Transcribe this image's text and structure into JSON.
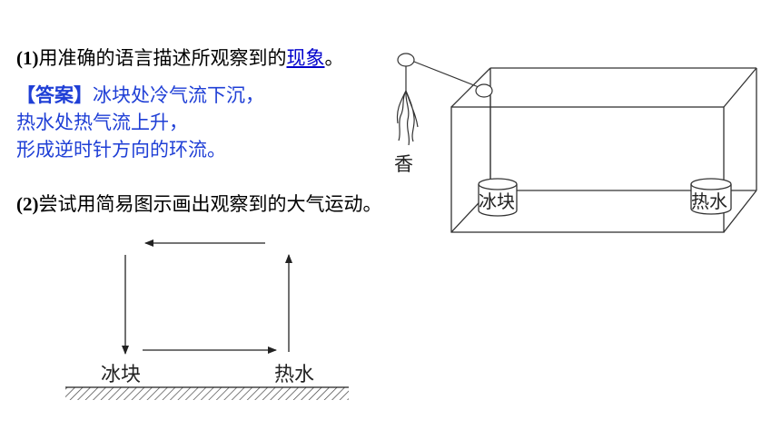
{
  "question1": {
    "number": "(1)",
    "text": "用准确的语言描述所观察到的",
    "link": "现象",
    "end": "。"
  },
  "answer": {
    "tag": "【答案】",
    "lines": [
      "冰块处冷气流下沉，",
      "热水处热气流上升，",
      "形成逆时针方向的环流。"
    ]
  },
  "question2": {
    "number": "(2)",
    "text": "尝试用简易图示画出观察到的大气运动。"
  },
  "apparatus": {
    "incense_label": "香",
    "ice_label": "冰块",
    "hot_water_label": "热水"
  },
  "circulation": {
    "ice_label": "冰块",
    "hot_water_label": "热水"
  },
  "colors": {
    "answer_text": "#1f3fd6",
    "link": "#0000cc"
  }
}
